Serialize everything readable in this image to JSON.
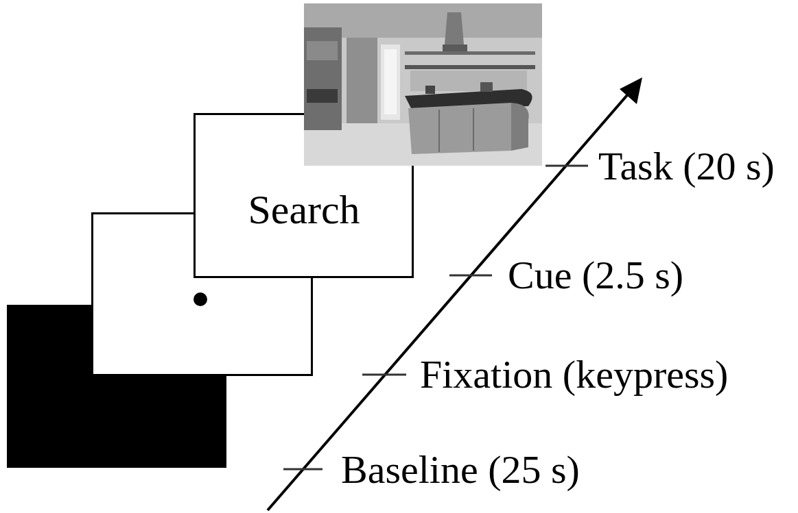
{
  "diagram": {
    "nodes": [
      {
        "text": [
          "Search"
        ]
      }
    ],
    "labels": [
      "Baseline (25 s)",
      "Fixation (keypress)",
      "Cue (2.5 s)",
      "Task (20 s)"
    ]
  }
}
